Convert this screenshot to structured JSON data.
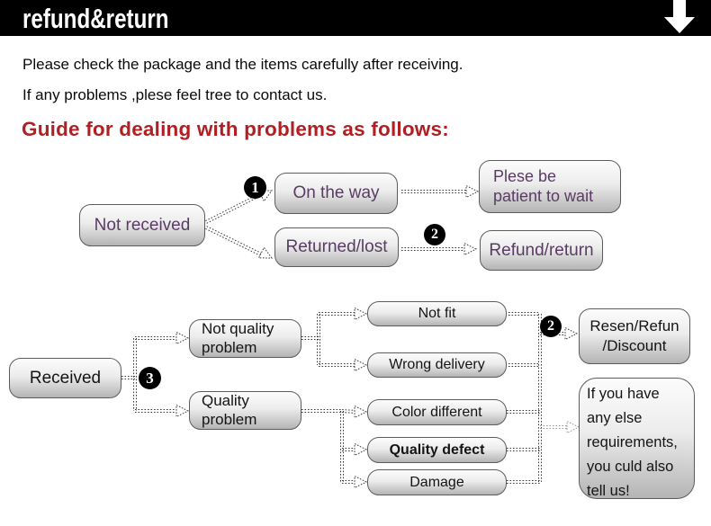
{
  "header": {
    "title": "refund&return"
  },
  "intro": {
    "line1": "Please check the package and the items carefully after receiving.",
    "line2": "If any problems ,plese feel tree to contact us."
  },
  "guide_heading": "Guide for dealing with problems as follows:",
  "flow_not_received": {
    "not_received": "Not received",
    "badge_1": "1",
    "on_the_way": "On the way",
    "returned_lost": "Returned/lost",
    "badge_2": "2",
    "please_wait": "Plese be\npatient to wait",
    "refund_return": "Refund/return"
  },
  "flow_received": {
    "received": "Received",
    "badge_3": "3",
    "not_quality_problem": "Not quality\nproblem",
    "quality_problem": "Quality\n problem",
    "not_fit": "Not fit",
    "wrong_delivery": "Wrong delivery",
    "color_different": "Color different",
    "quality_defect": "Quality defect",
    "damage": "Damage",
    "badge_2": "2",
    "resen_refund_discount": "Resen/Refun\n/Discount",
    "any_else": "If you have\nany else\nrequirements,\nyou culd also\ntell us!"
  },
  "colors": {
    "header_bg": "#000000",
    "heading_red": "#b01f24",
    "flow1_text_purple": "#5a3b64",
    "node_border": "#5c5c5c"
  }
}
